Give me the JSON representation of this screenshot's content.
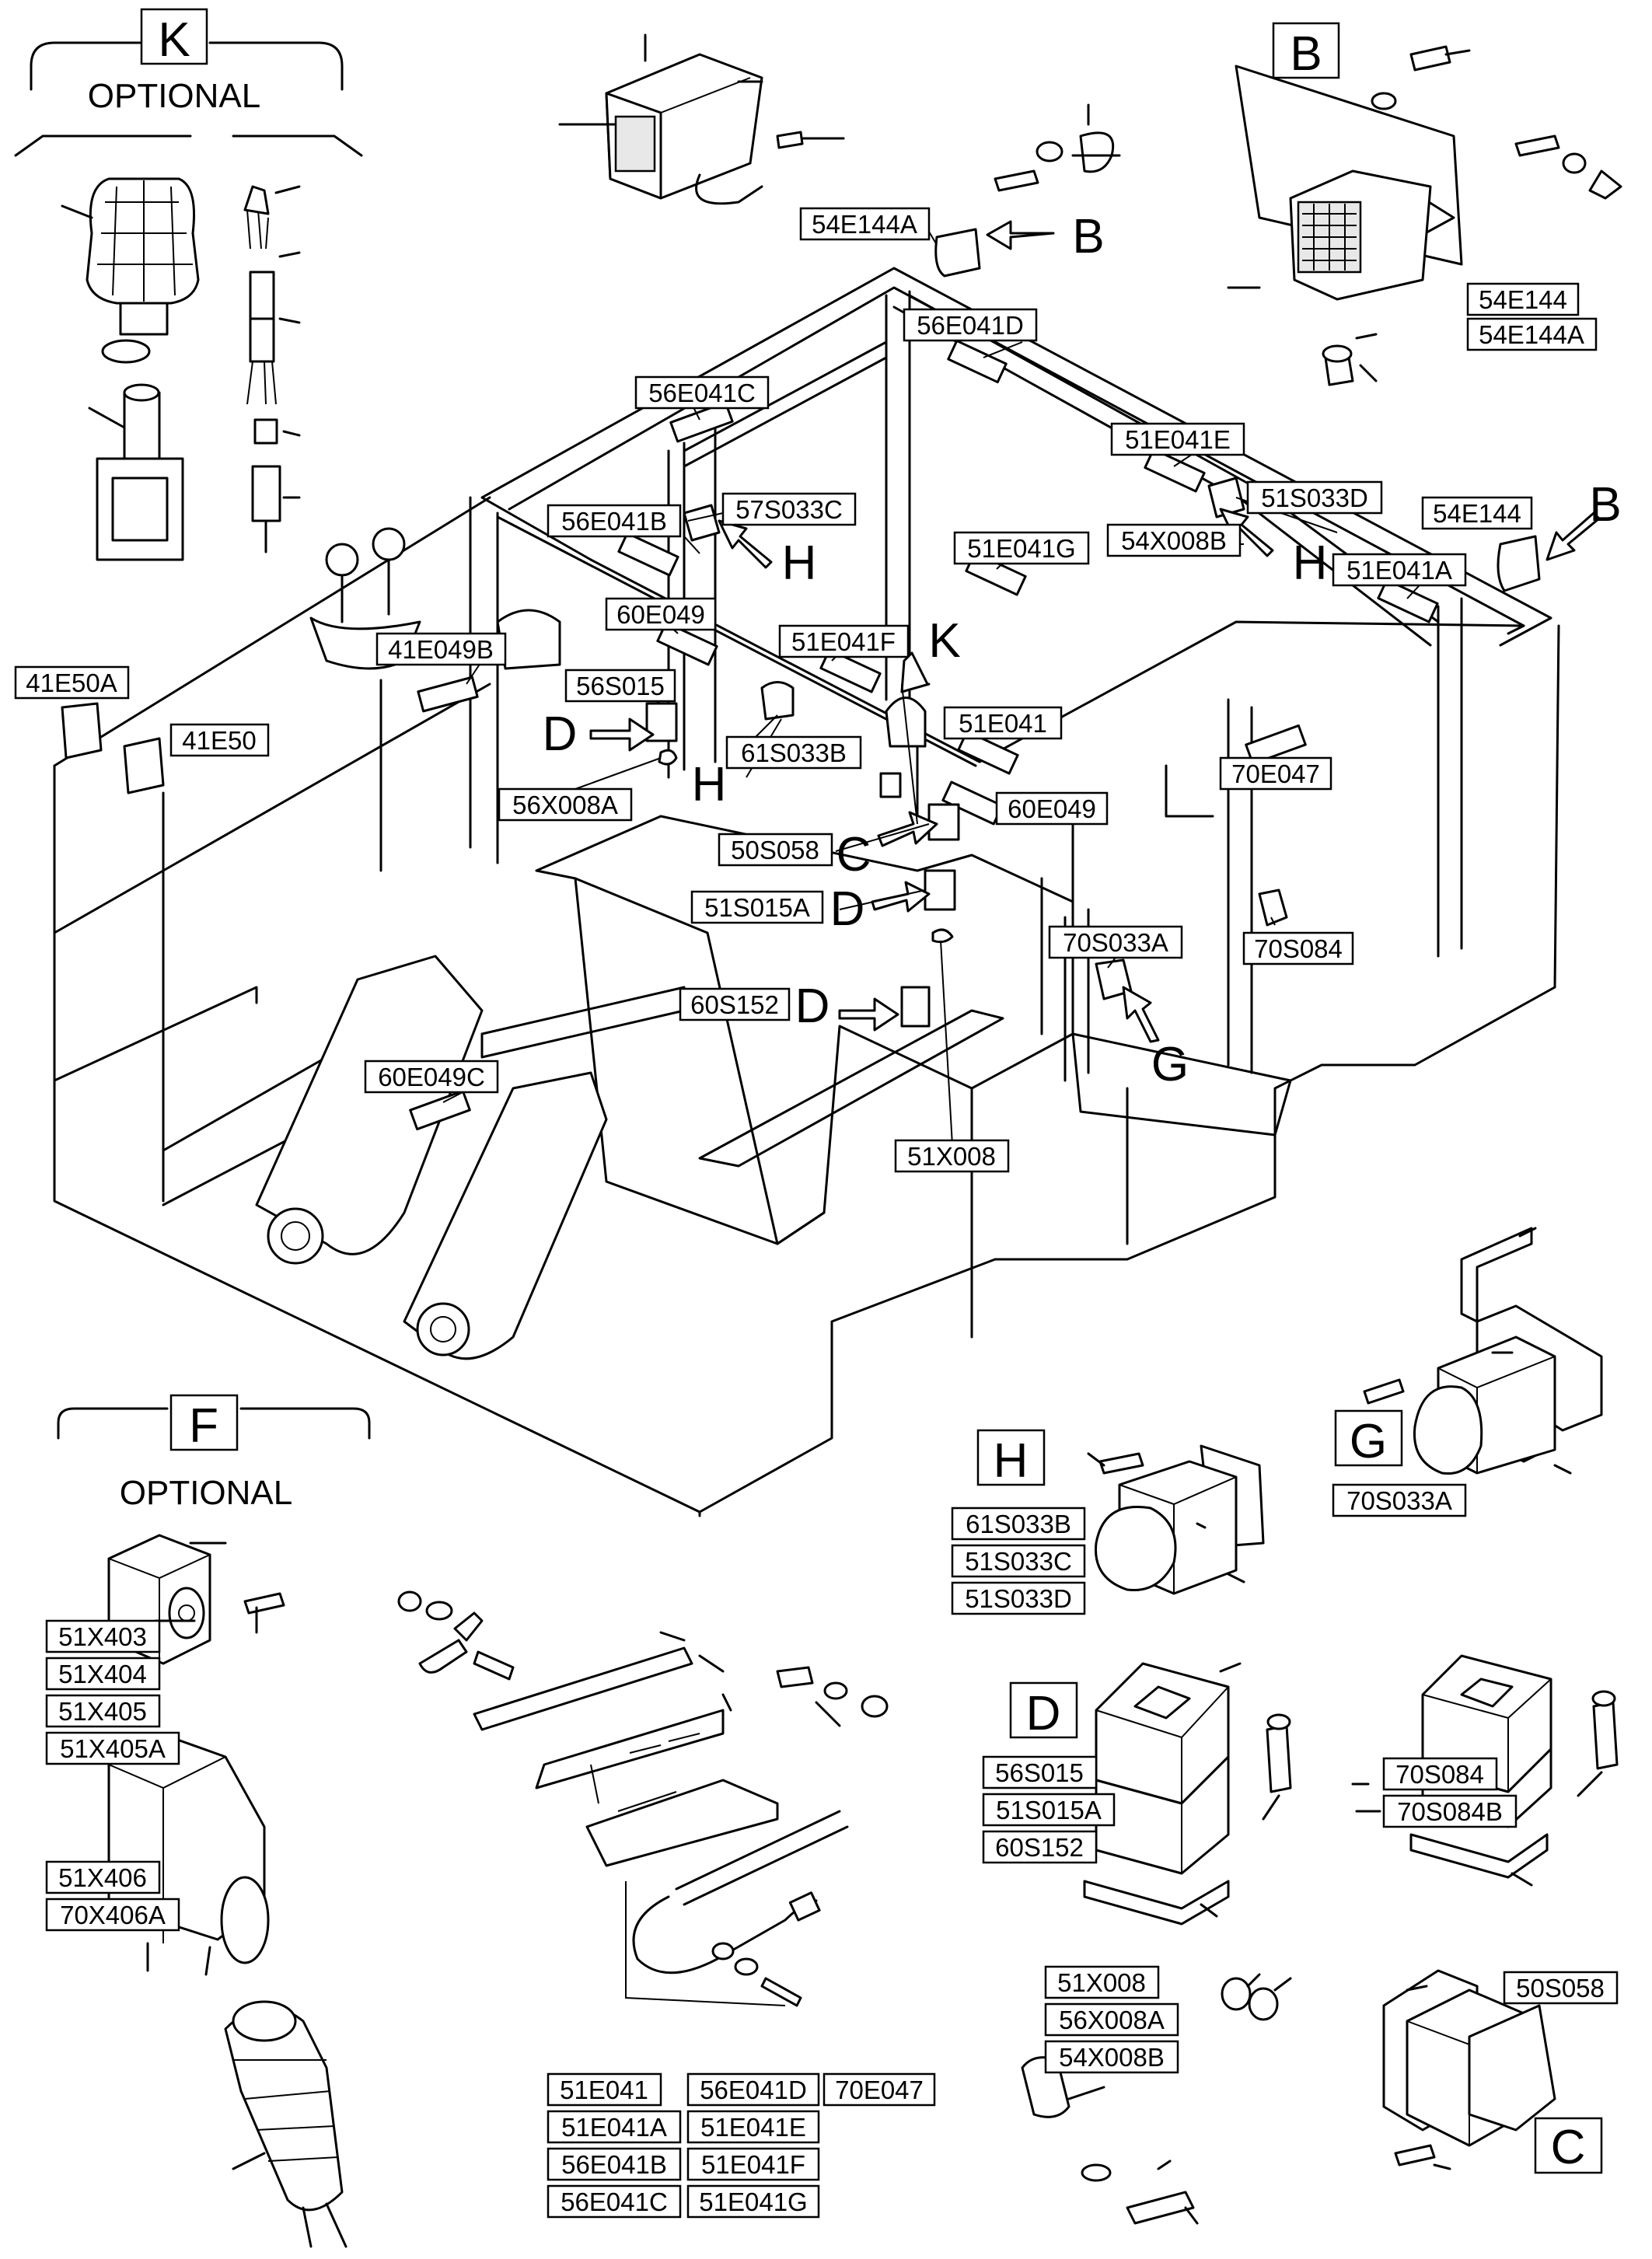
{
  "sections": {
    "K": {
      "letter": "K",
      "title": "OPTIONAL"
    },
    "B": {
      "letter": "B"
    },
    "F": {
      "letter": "F",
      "title": "OPTIONAL"
    },
    "H": {
      "letter": "H"
    },
    "G": {
      "letter": "G"
    },
    "D": {
      "letter": "D"
    },
    "C": {
      "letter": "C"
    }
  },
  "arrow_letters": {
    "b1": "B",
    "b2": "B",
    "h1": "H",
    "h2": "H",
    "h3": "H",
    "k": "K",
    "d1": "D",
    "d2": "D",
    "d3": "D",
    "c": "C",
    "g": "G"
  },
  "labels": {
    "l54E144A": "54E144A",
    "l54E144": "54E144",
    "l54E144_b": "54E144",
    "l54E144A_b": "54E144A",
    "l56E041D": "56E041D",
    "l56E041C": "56E041C",
    "l51E041E": "51E041E",
    "l51S033D": "51S033D",
    "l56E041B": "56E041B",
    "l57S033C": "57S033C",
    "l51E041G": "51E041G",
    "l54X008B": "54X008B",
    "l51E041A": "51E041A",
    "l60E049": "60E049",
    "l41E049B": "41E049B",
    "l51E041F": "51E041F",
    "l41E50A": "41E50A",
    "l41E50": "41E50",
    "l56S015": "56S015",
    "l51E041": "51E041",
    "l61S033B": "61S033B",
    "l70E047": "70E047",
    "l56X008A": "56X008A",
    "l60E049_b": "60E049",
    "l50S058": "50S058",
    "l51S015A": "51S015A",
    "l70S033A": "70S033A",
    "l70S084": "70S084",
    "l60S152": "60S152",
    "l60E049C": "60E049C",
    "l51X008": "51X008",
    "h_61S033B": "61S033B",
    "h_51S033C": "51S033C",
    "h_51S033D": "51S033D",
    "g_70S033A": "70S033A",
    "f_51X403": "51X403",
    "f_51X404": "51X404",
    "f_51X405": "51X405",
    "f_51X405A": "51X405A",
    "f_51X406": "51X406",
    "f_70X406A": "70X406A",
    "d_56S015": "56S015",
    "d_51S015A": "51S015A",
    "d_60S152": "60S152",
    "d_70S084": "70S084",
    "d_70S084B": "70S084B",
    "x_51X008": "51X008",
    "x_56X008A": "56X008A",
    "x_54X008B": "54X008B",
    "c_50S058": "50S058",
    "t_51E041": "51E041",
    "t_56E041D": "56E041D",
    "t_70E047": "70E047",
    "t_51E041A": "51E041A",
    "t_51E041E": "51E041E",
    "t_56E041B": "56E041B",
    "t_51E041F": "51E041F",
    "t_56E041C": "56E041C",
    "t_51E041G": "51E041G"
  }
}
